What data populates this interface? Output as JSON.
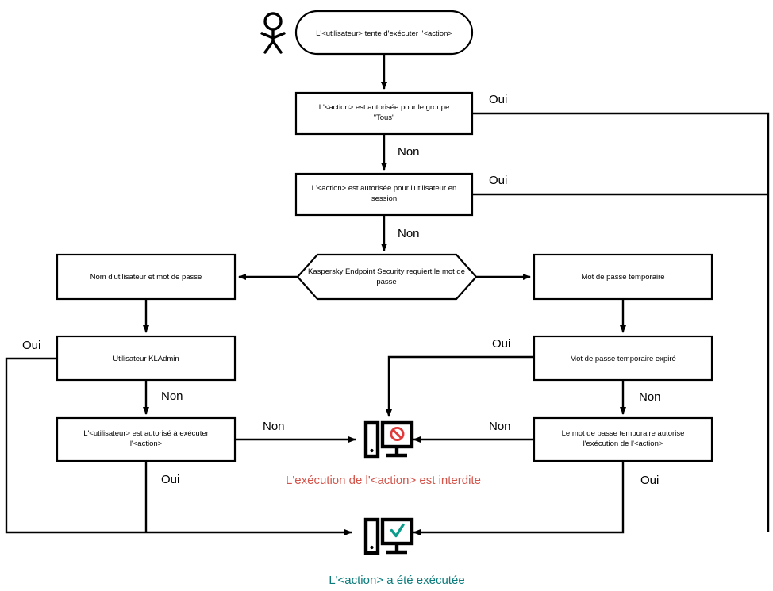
{
  "diagram": {
    "title_actor": "user-actor",
    "start": {
      "label": "L'<utilisateur> tente d'exécuter l'<action>"
    },
    "nodes": {
      "group_all": {
        "line1": "L'<action> est autorisée pour le groupe",
        "line2": "\"Tous\""
      },
      "session_user": {
        "line1": "L'<action> est autorisée pour l'utilisateur en",
        "line2": "session"
      },
      "kes_requires_password": {
        "line1": "Kaspersky Endpoint Security requiert le mot de",
        "line2": "passe"
      },
      "username_password": {
        "line1": "Nom d'utilisateur et mot de passe"
      },
      "temp_password": {
        "line1": "Mot de passe temporaire"
      },
      "kladmin_user": {
        "line1": "Utilisateur KLAdmin"
      },
      "temp_password_expired": {
        "line1": "Mot de passe temporaire expiré"
      },
      "user_allowed_action": {
        "line1": "L'<utilisateur> est autorisé à exécuter",
        "line2": "l'<action>"
      },
      "temp_password_allows": {
        "line1": "Le mot de passe temporaire autorise",
        "line2": "l'exécution de l'<action>"
      }
    },
    "edge_labels": {
      "oui_group_all": "Oui",
      "non_group_all": "Non",
      "oui_session_user": "Oui",
      "non_session_user": "Non",
      "non_kladmin": "Non",
      "oui_kladmin": "Oui",
      "non_user_allowed": "Non",
      "oui_user_allowed": "Oui",
      "oui_temp_expired": "Oui",
      "non_temp_expired": "Non",
      "non_temp_allows": "Non",
      "oui_temp_allows": "Oui"
    },
    "outcomes": {
      "denied": {
        "label": "L'exécution de l'<action> est interdite",
        "color": "#d4544a",
        "icon": "computer-denied-icon"
      },
      "allowed": {
        "label": "L'<action> a été exécutée",
        "color": "#0c7b7b",
        "icon": "computer-allowed-icon"
      }
    },
    "colors": {
      "stroke": "#000000",
      "denied": "#d4544a",
      "allowed": "#0c7b7b",
      "deny_badge": "#e03a3a"
    }
  }
}
